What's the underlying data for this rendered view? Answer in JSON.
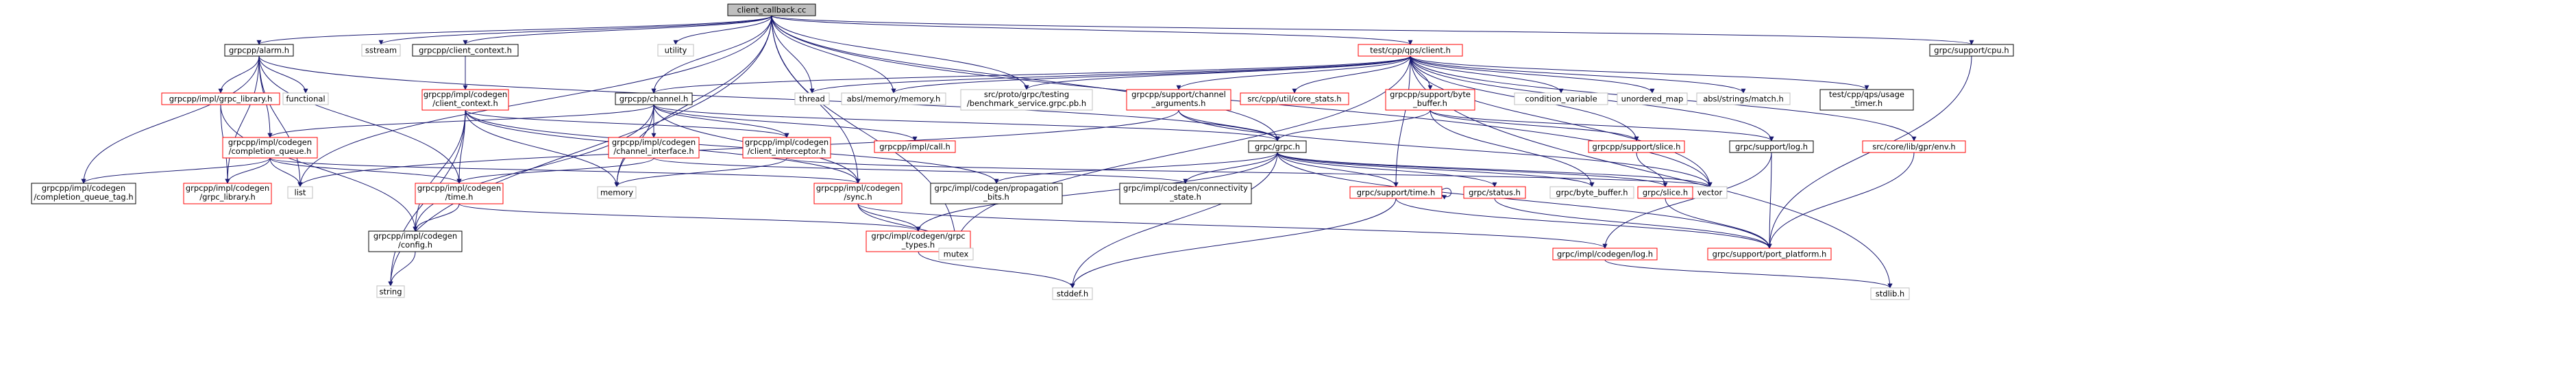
{
  "colors": {
    "edge": "#191970",
    "root_fill": "#bfbfbf",
    "node_fill": "#ffffff",
    "red_border": "#ff0000",
    "black_border": "#000000",
    "gray_border": "#bfbfbf",
    "text": "#000000"
  },
  "nodes": [
    {
      "id": "root",
      "lines": [
        "client_callback.cc"
      ],
      "style": "root"
    },
    {
      "id": "alarm",
      "lines": [
        "grpcpp/alarm.h"
      ],
      "style": "black"
    },
    {
      "id": "sstream",
      "lines": [
        "sstream"
      ],
      "style": "gray"
    },
    {
      "id": "client_context",
      "lines": [
        "grpcpp/client_context.h"
      ],
      "style": "black"
    },
    {
      "id": "utility",
      "lines": [
        "utility"
      ],
      "style": "gray"
    },
    {
      "id": "qps_client",
      "lines": [
        "test/cpp/qps/client.h"
      ],
      "style": "red"
    },
    {
      "id": "grpc_cpu",
      "lines": [
        "grpc/support/cpu.h"
      ],
      "style": "black"
    },
    {
      "id": "grpc_library",
      "lines": [
        "grpcpp/impl/grpc_library.h"
      ],
      "style": "red"
    },
    {
      "id": "functional",
      "lines": [
        "functional"
      ],
      "style": "gray"
    },
    {
      "id": "codegen_client_context",
      "lines": [
        "grpcpp/impl/codegen",
        "/client_context.h"
      ],
      "style": "red"
    },
    {
      "id": "channel",
      "lines": [
        "grpcpp/channel.h"
      ],
      "style": "black"
    },
    {
      "id": "thread",
      "lines": [
        "thread"
      ],
      "style": "gray"
    },
    {
      "id": "absl_memory",
      "lines": [
        "absl/memory/memory.h"
      ],
      "style": "gray"
    },
    {
      "id": "benchmark_service",
      "lines": [
        "src/proto/grpc/testing",
        "/benchmark_service.grpc.pb.h"
      ],
      "style": "gray"
    },
    {
      "id": "channel_arguments",
      "lines": [
        "grpcpp/support/channel",
        "_arguments.h"
      ],
      "style": "red"
    },
    {
      "id": "core_stats",
      "lines": [
        "src/cpp/util/core_stats.h"
      ],
      "style": "red"
    },
    {
      "id": "byte_buffer_support",
      "lines": [
        "grpcpp/support/byte",
        "_buffer.h"
      ],
      "style": "red"
    },
    {
      "id": "condition_variable",
      "lines": [
        "condition_variable"
      ],
      "style": "gray"
    },
    {
      "id": "unordered_map",
      "lines": [
        "unordered_map"
      ],
      "style": "gray"
    },
    {
      "id": "absl_match",
      "lines": [
        "absl/strings/match.h"
      ],
      "style": "gray"
    },
    {
      "id": "usage_timer",
      "lines": [
        "test/cpp/qps/usage",
        "_timer.h"
      ],
      "style": "black"
    },
    {
      "id": "completion_queue",
      "lines": [
        "grpcpp/impl/codegen",
        "/completion_queue.h"
      ],
      "style": "red"
    },
    {
      "id": "channel_interface",
      "lines": [
        "grpcpp/impl/codegen",
        "/channel_interface.h"
      ],
      "style": "red"
    },
    {
      "id": "client_interceptor",
      "lines": [
        "grpcpp/impl/codegen",
        "/client_interceptor.h"
      ],
      "style": "red"
    },
    {
      "id": "impl_call",
      "lines": [
        "grpcpp/impl/call.h"
      ],
      "style": "red"
    },
    {
      "id": "grpc_h",
      "lines": [
        "grpc/grpc.h"
      ],
      "style": "black"
    },
    {
      "id": "support_slice",
      "lines": [
        "grpcpp/support/slice.h"
      ],
      "style": "red"
    },
    {
      "id": "support_log",
      "lines": [
        "grpc/support/log.h"
      ],
      "style": "black"
    },
    {
      "id": "gpr_env",
      "lines": [
        "src/core/lib/gpr/env.h"
      ],
      "style": "red"
    },
    {
      "id": "cq_tag",
      "lines": [
        "grpcpp/impl/codegen",
        "/completion_queue_tag.h"
      ],
      "style": "black"
    },
    {
      "id": "codegen_grpc_library",
      "lines": [
        "grpcpp/impl/codegen",
        "/grpc_library.h"
      ],
      "style": "red"
    },
    {
      "id": "list",
      "lines": [
        "list"
      ],
      "style": "gray"
    },
    {
      "id": "codegen_time",
      "lines": [
        "grpcpp/impl/codegen",
        "/time.h"
      ],
      "style": "red"
    },
    {
      "id": "memory",
      "lines": [
        "memory"
      ],
      "style": "gray"
    },
    {
      "id": "codegen_sync",
      "lines": [
        "grpcpp/impl/codegen",
        "/sync.h"
      ],
      "style": "red"
    },
    {
      "id": "propagation_bits",
      "lines": [
        "grpc/impl/codegen/propagation",
        "_bits.h"
      ],
      "style": "black"
    },
    {
      "id": "connectivity_state",
      "lines": [
        "grpc/impl/codegen/connectivity",
        "_state.h"
      ],
      "style": "black"
    },
    {
      "id": "vector",
      "lines": [
        "vector"
      ],
      "style": "gray"
    },
    {
      "id": "support_time",
      "lines": [
        "grpc/support/time.h"
      ],
      "style": "red"
    },
    {
      "id": "status",
      "lines": [
        "grpc/status.h"
      ],
      "style": "red"
    },
    {
      "id": "byte_buffer",
      "lines": [
        "grpc/byte_buffer.h"
      ],
      "style": "gray"
    },
    {
      "id": "slice",
      "lines": [
        "grpc/slice.h"
      ],
      "style": "red"
    },
    {
      "id": "codegen_config",
      "lines": [
        "grpcpp/impl/codegen",
        "/config.h"
      ],
      "style": "black"
    },
    {
      "id": "codegen_grpc_types",
      "lines": [
        "grpc/impl/codegen/grpc",
        "_types.h"
      ],
      "style": "red"
    },
    {
      "id": "mutex",
      "lines": [
        "mutex"
      ],
      "style": "gray"
    },
    {
      "id": "codegen_log",
      "lines": [
        "grpc/impl/codegen/log.h"
      ],
      "style": "red"
    },
    {
      "id": "port_platform",
      "lines": [
        "grpc/support/port_platform.h"
      ],
      "style": "red"
    },
    {
      "id": "string",
      "lines": [
        "string"
      ],
      "style": "gray"
    },
    {
      "id": "stddef",
      "lines": [
        "stddef.h"
      ],
      "style": "gray"
    },
    {
      "id": "stdlib",
      "lines": [
        "stdlib.h"
      ],
      "style": "gray"
    }
  ],
  "edges": [
    [
      "root",
      "alarm"
    ],
    [
      "root",
      "sstream"
    ],
    [
      "root",
      "client_context"
    ],
    [
      "root",
      "utility"
    ],
    [
      "root",
      "qps_client"
    ],
    [
      "root",
      "grpc_cpu"
    ],
    [
      "root",
      "thread"
    ],
    [
      "root",
      "absl_memory"
    ],
    [
      "root",
      "benchmark_service"
    ],
    [
      "root",
      "channel"
    ],
    [
      "root",
      "memory"
    ],
    [
      "root",
      "string"
    ],
    [
      "root",
      "vector"
    ],
    [
      "root",
      "grpc_h"
    ],
    [
      "root",
      "codegen_sync"
    ],
    [
      "root",
      "list"
    ],
    [
      "root",
      "mutex"
    ],
    [
      "alarm",
      "grpc_library"
    ],
    [
      "alarm",
      "functional"
    ],
    [
      "alarm",
      "completion_queue"
    ],
    [
      "alarm",
      "codegen_time"
    ],
    [
      "alarm",
      "codegen_grpc_library"
    ],
    [
      "alarm",
      "cq_tag"
    ],
    [
      "alarm",
      "list"
    ],
    [
      "alarm",
      "grpc_h"
    ],
    [
      "client_context",
      "codegen_client_context"
    ],
    [
      "grpc_library",
      "codegen_grpc_library"
    ],
    [
      "grpc_library",
      "codegen_config"
    ],
    [
      "codegen_client_context",
      "codegen_time"
    ],
    [
      "codegen_client_context",
      "codegen_config"
    ],
    [
      "codegen_client_context",
      "memory"
    ],
    [
      "codegen_client_context",
      "string"
    ],
    [
      "codegen_client_context",
      "client_interceptor"
    ],
    [
      "codegen_client_context",
      "codegen_sync"
    ],
    [
      "codegen_client_context",
      "propagation_bits"
    ],
    [
      "channel",
      "completion_queue"
    ],
    [
      "channel",
      "channel_interface"
    ],
    [
      "channel",
      "client_interceptor"
    ],
    [
      "channel",
      "impl_call"
    ],
    [
      "channel",
      "grpc_h"
    ],
    [
      "channel",
      "memory"
    ],
    [
      "channel",
      "codegen_config"
    ],
    [
      "channel",
      "codegen_sync"
    ],
    [
      "qps_client",
      "channel"
    ],
    [
      "qps_client",
      "thread"
    ],
    [
      "qps_client",
      "absl_memory"
    ],
    [
      "qps_client",
      "benchmark_service"
    ],
    [
      "qps_client",
      "channel_arguments"
    ],
    [
      "qps_client",
      "core_stats"
    ],
    [
      "qps_client",
      "byte_buffer_support"
    ],
    [
      "qps_client",
      "condition_variable"
    ],
    [
      "qps_client",
      "unordered_map"
    ],
    [
      "qps_client",
      "absl_match"
    ],
    [
      "qps_client",
      "usage_timer"
    ],
    [
      "qps_client",
      "support_slice"
    ],
    [
      "qps_client",
      "support_log"
    ],
    [
      "qps_client",
      "gpr_env"
    ],
    [
      "qps_client",
      "support_time"
    ],
    [
      "qps_client",
      "mutex"
    ],
    [
      "qps_client",
      "vector"
    ],
    [
      "qps_client",
      "stdlib"
    ],
    [
      "grpc_cpu",
      "port_platform"
    ],
    [
      "completion_queue",
      "cq_tag"
    ],
    [
      "completion_queue",
      "codegen_grpc_library"
    ],
    [
      "completion_queue",
      "list"
    ],
    [
      "completion_queue",
      "codegen_time"
    ],
    [
      "completion_queue",
      "codegen_sync"
    ],
    [
      "channel_interface",
      "codegen_time"
    ],
    [
      "channel_interface",
      "connectivity_state"
    ],
    [
      "client_interceptor",
      "memory"
    ],
    [
      "client_interceptor",
      "vector"
    ],
    [
      "channel_arguments",
      "grpc_h"
    ],
    [
      "channel_arguments",
      "list"
    ],
    [
      "channel_arguments",
      "vector"
    ],
    [
      "byte_buffer_support",
      "grpc_h"
    ],
    [
      "byte_buffer_support",
      "support_slice"
    ],
    [
      "byte_buffer_support",
      "byte_buffer"
    ],
    [
      "byte_buffer_support",
      "support_log"
    ],
    [
      "support_slice",
      "slice"
    ],
    [
      "support_log",
      "port_platform"
    ],
    [
      "support_log",
      "codegen_log"
    ],
    [
      "gpr_env",
      "port_platform"
    ],
    [
      "grpc_h",
      "support_time"
    ],
    [
      "grpc_h",
      "status"
    ],
    [
      "grpc_h",
      "byte_buffer"
    ],
    [
      "grpc_h",
      "slice"
    ],
    [
      "grpc_h",
      "connectivity_state"
    ],
    [
      "grpc_h",
      "propagation_bits"
    ],
    [
      "grpc_h",
      "codegen_grpc_types"
    ],
    [
      "grpc_h",
      "stddef"
    ],
    [
      "grpc_h",
      "port_platform"
    ],
    [
      "grpc_h",
      "vector"
    ],
    [
      "codegen_time",
      "codegen_config"
    ],
    [
      "codegen_time",
      "codegen_grpc_types"
    ],
    [
      "codegen_sync",
      "mutex"
    ],
    [
      "codegen_sync",
      "codegen_log"
    ],
    [
      "codegen_sync",
      "codegen_grpc_types"
    ],
    [
      "codegen_config",
      "string"
    ],
    [
      "support_time",
      "support_time"
    ],
    [
      "support_time",
      "port_platform"
    ],
    [
      "support_time",
      "stddef"
    ],
    [
      "status",
      "port_platform"
    ],
    [
      "slice",
      "port_platform"
    ],
    [
      "codegen_grpc_types",
      "stddef"
    ],
    [
      "codegen_log",
      "stdlib"
    ]
  ]
}
